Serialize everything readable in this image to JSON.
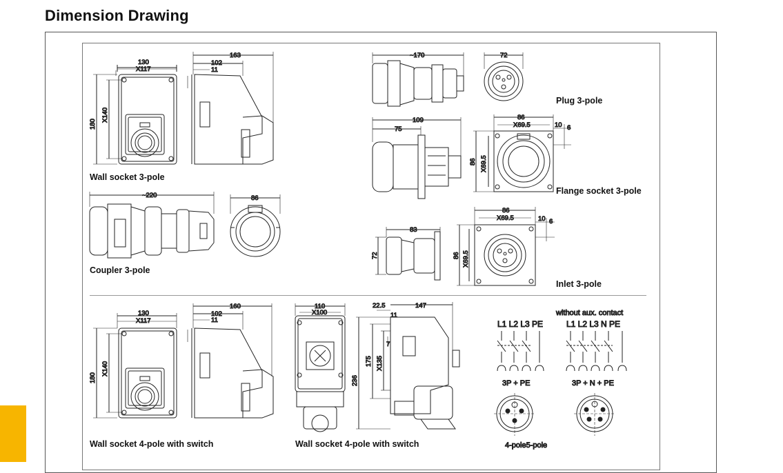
{
  "page": {
    "title": "Dimension Drawing"
  },
  "labels": {
    "wall_socket_3pole": "Wall socket 3-pole",
    "coupler_3pole": "Coupler 3-pole",
    "plug_3pole": "Plug 3-pole",
    "flange_socket_3pole": "Flange socket 3-pole",
    "inlet_3pole": "Inlet 3-pole",
    "wall_socket_4pole_switch_a": "Wall socket 4-pole with switch",
    "wall_socket_4pole_switch_b": "Wall socket 4-pole with switch"
  },
  "dims": {
    "ws3_w130": "130",
    "ws3_x117": "X117",
    "ws3_h180": "180",
    "ws3_x140": "X140",
    "ws3_d163": "163",
    "ws3_d102": "102",
    "ws3_d11": "11",
    "cp_len": "~220",
    "cp_w86": "86",
    "pl_len": "~170",
    "pl_w72": "72",
    "fs_d109": "109",
    "fs_d75": "75",
    "fs_w86": "86",
    "fs_x695": "X69.5",
    "fs_h86": "86",
    "fs_hx695": "X69.5",
    "fs_10": "10",
    "fs_6": "6",
    "in_d83": "83",
    "in_h72": "72",
    "in_w86": "86",
    "in_x695": "X69.5",
    "in_h86": "86",
    "in_hx695": "X69.5",
    "in_10": "10",
    "in_6": "6",
    "ws4_w130": "130",
    "ws4_x117": "X117",
    "ws4_h180": "180",
    "ws4_x140": "X140",
    "ws4_d160": "160",
    "ws4_d102": "102",
    "ws4_d11": "11",
    "ws4b_w110": "110",
    "ws4b_x100": "X100",
    "ws4b_h236": "236",
    "ws4b_h175": "175",
    "ws4b_x135": "X135",
    "ws4b_225": "22.5",
    "ws4b_147": "147",
    "ws4b_11": "11",
    "ws4b_7": "7"
  },
  "schematics": {
    "left_wires": "L1 L2 L3 PE",
    "right_heading": "without aux. contact",
    "right_wires": "L1 L2 L3  N  PE",
    "left_caption": "3P + PE",
    "right_caption": "3P + N + PE",
    "pole_caption": "4-pole5-pole"
  },
  "colors": {
    "accent": "#f7b500"
  }
}
